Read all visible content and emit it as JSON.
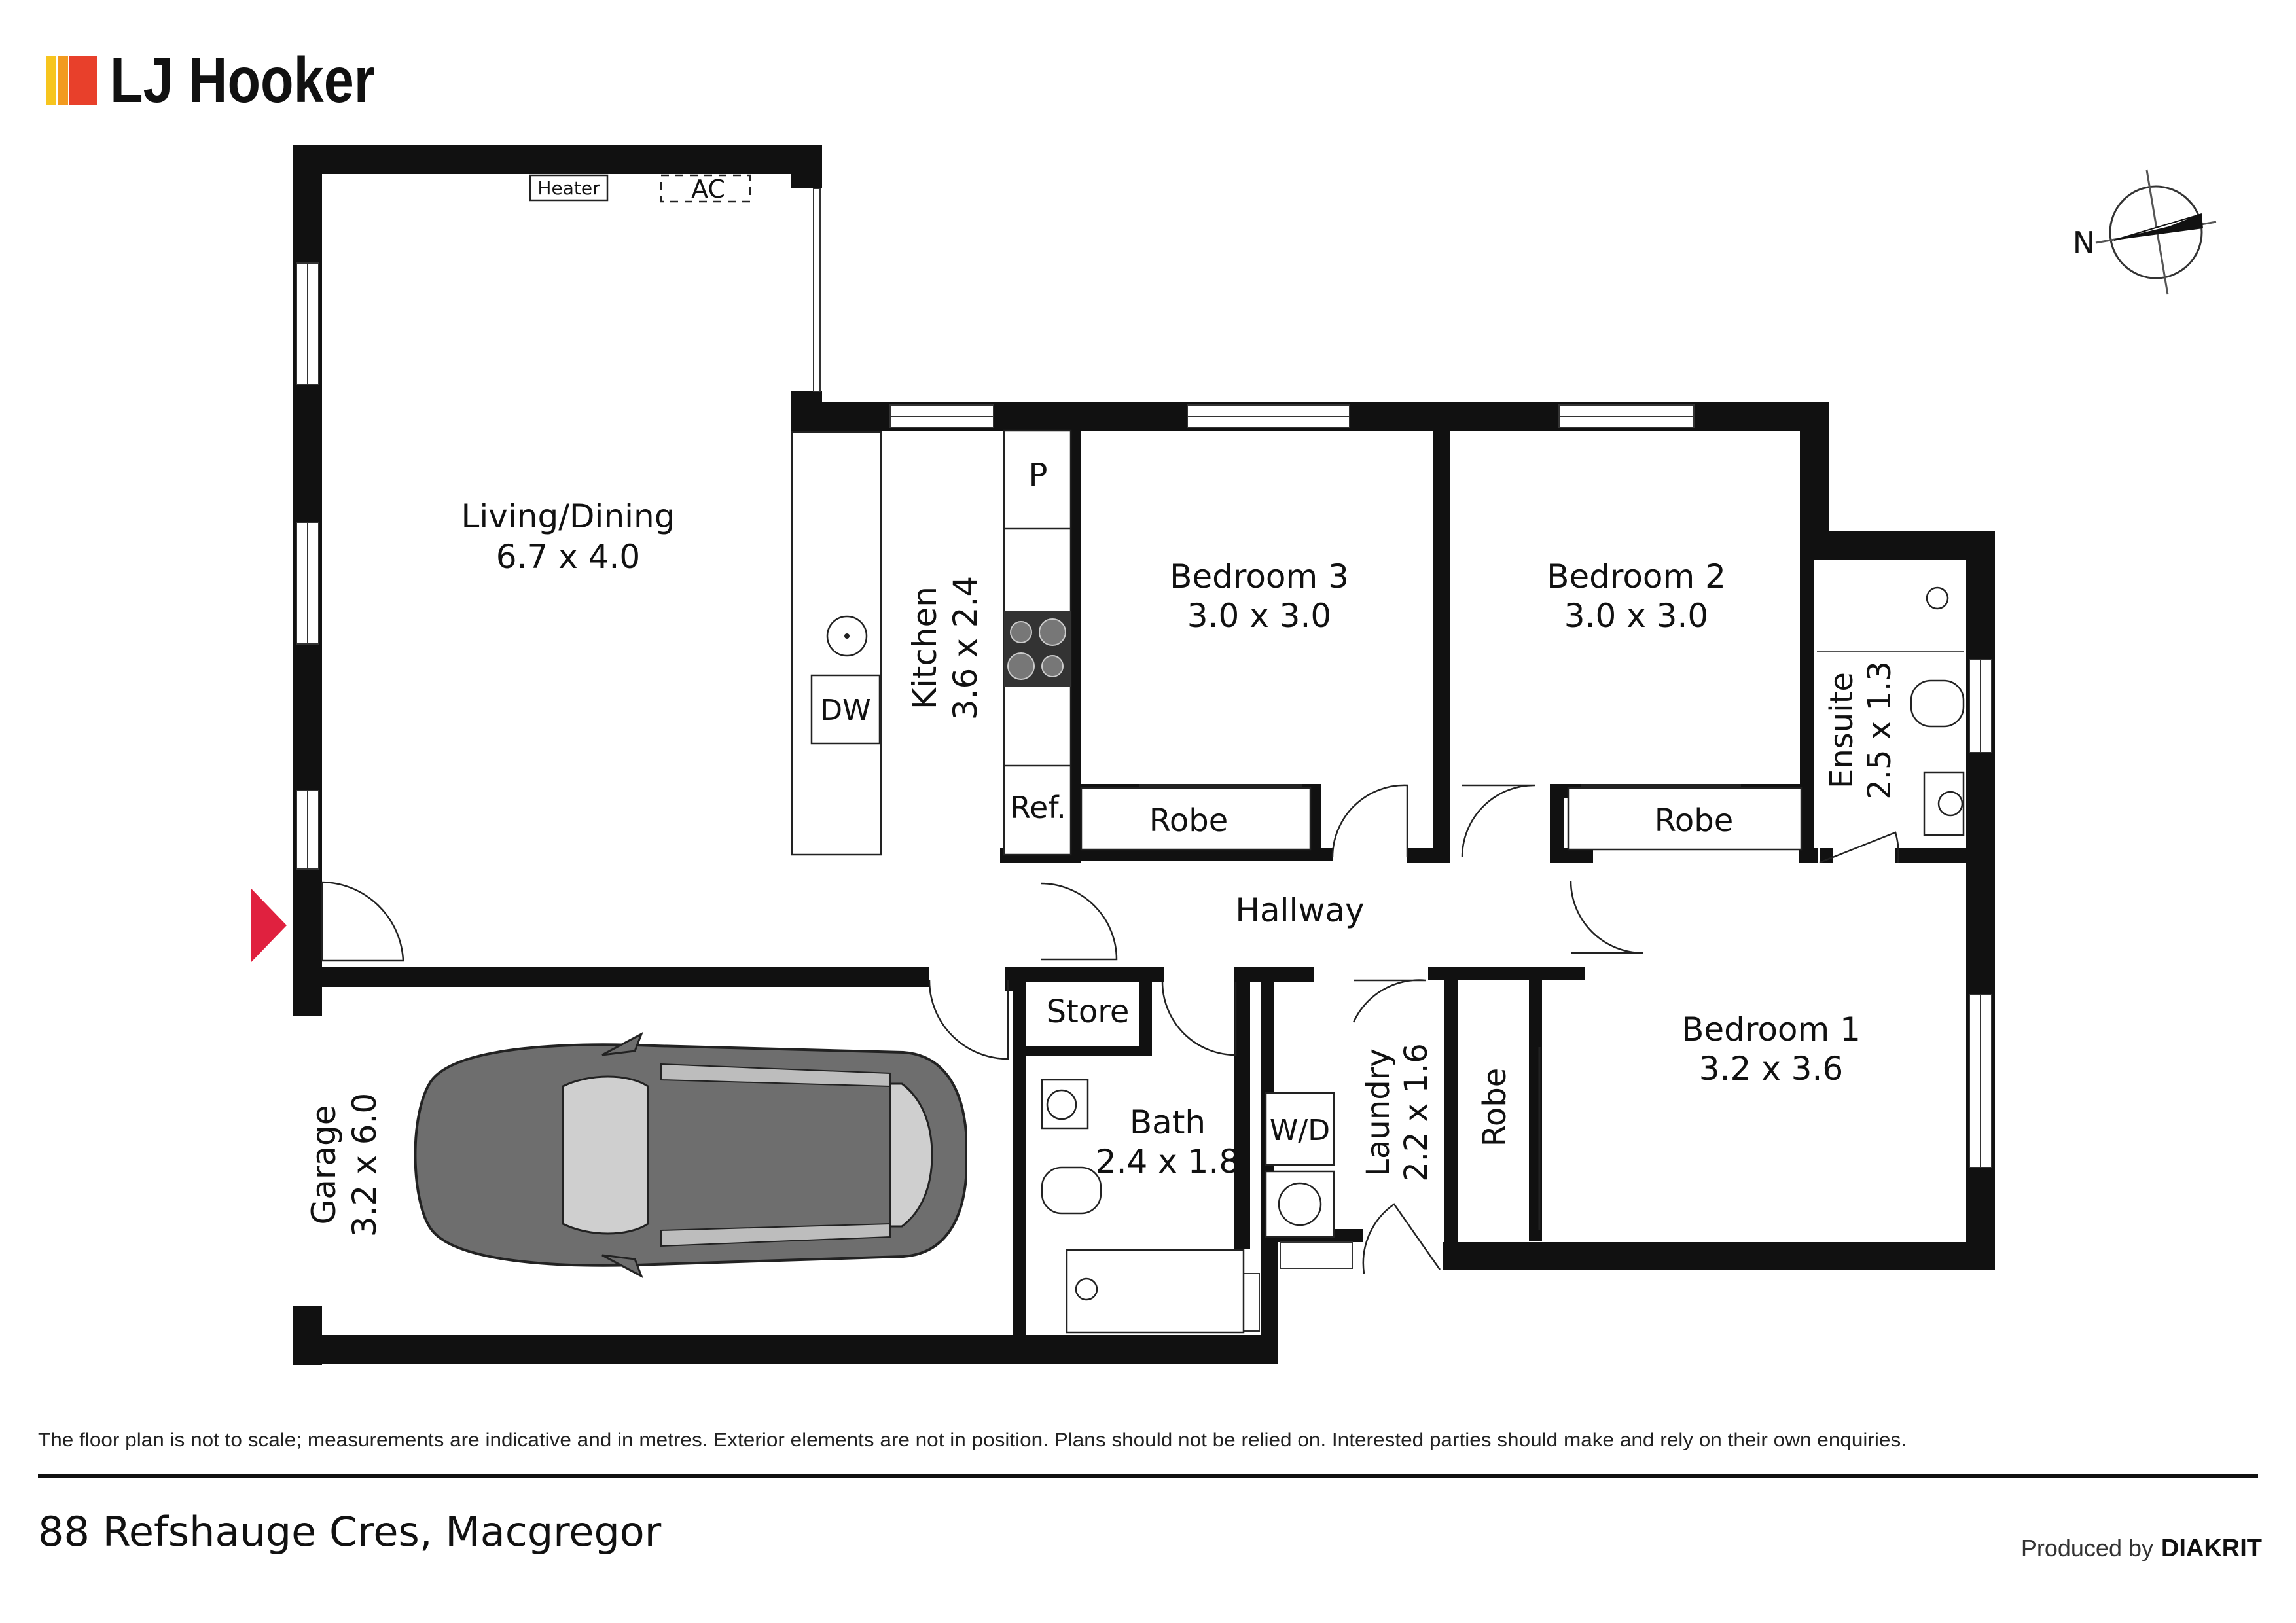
{
  "brand": {
    "name": "LJ Hooker",
    "colors": [
      "#f7c51e",
      "#f29a1f",
      "#e8402b"
    ]
  },
  "rooms": {
    "living": {
      "name": "Living/Dining",
      "size": "6.7 x 4.0"
    },
    "kitchen": {
      "name": "Kitchen",
      "size": "3.6 x 2.4"
    },
    "bed3": {
      "name": "Bedroom 3",
      "size": "3.0 x 3.0"
    },
    "bed2": {
      "name": "Bedroom 2",
      "size": "3.0 x 3.0"
    },
    "ensuite": {
      "name": "Ensuite",
      "size": "2.5 x 1.3"
    },
    "bed1": {
      "name": "Bedroom 1",
      "size": "3.2 x 3.6"
    },
    "bath": {
      "name": "Bath",
      "size": "2.4 x 1.8"
    },
    "laundry": {
      "name": "Laundry",
      "size": "2.2 x 1.6"
    },
    "garage": {
      "name": "Garage",
      "size": "3.2 x 6.0"
    },
    "hallway": {
      "name": "Hallway"
    },
    "store": {
      "name": "Store"
    }
  },
  "fixtures": {
    "heater": "Heater",
    "ac": "AC",
    "pantry": "P",
    "dishwasher": "DW",
    "fridge": "Ref.",
    "washer_dryer": "W/D",
    "robe": "Robe"
  },
  "compass": {
    "label": "N"
  },
  "entry_marker_color": "#e0213f",
  "disclaimer": "The floor plan is not to scale; measurements are indicative and in metres. Exterior elements are not in position. Plans should not be relied on. Interested parties should make and rely on their own enquiries.",
  "address": "88 Refshauge Cres, Macgregor",
  "produced_by": {
    "prefix": "Produced by",
    "company": "DIAKRIT"
  }
}
